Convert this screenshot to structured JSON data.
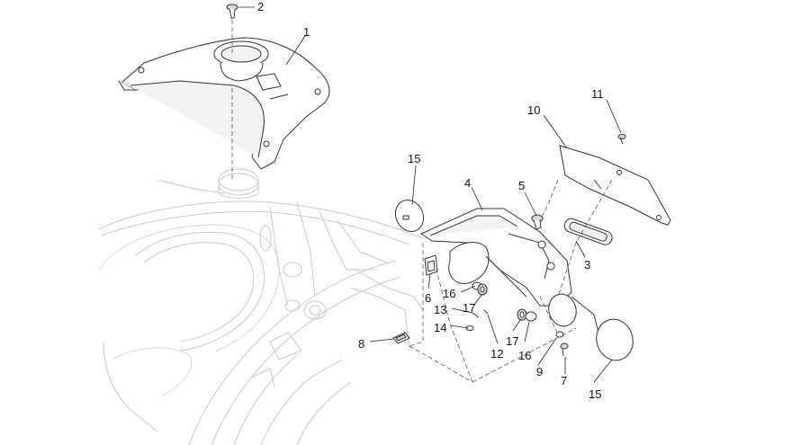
{
  "callouts": [
    {
      "label": "1"
    },
    {
      "label": "2"
    },
    {
      "label": "3"
    },
    {
      "label": "4"
    },
    {
      "label": "5"
    },
    {
      "label": "6"
    },
    {
      "label": "7"
    },
    {
      "label": "8"
    },
    {
      "label": "9"
    },
    {
      "label": "10"
    },
    {
      "label": "11"
    },
    {
      "label": "12"
    },
    {
      "label": "13"
    },
    {
      "label": "14"
    },
    {
      "label": "15"
    },
    {
      "label": "15"
    },
    {
      "label": "16"
    },
    {
      "label": "16"
    },
    {
      "label": "17"
    },
    {
      "label": "17"
    }
  ]
}
